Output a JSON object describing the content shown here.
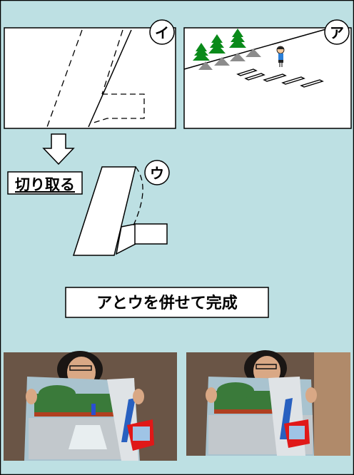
{
  "labels": {
    "panel_i": "イ",
    "panel_a": "ア",
    "panel_u": "ウ",
    "cut_out": "切り取る",
    "combine": "アとウを併せて完成"
  },
  "colors": {
    "background": "#bde0e3",
    "panel_fill": "#ffffff",
    "line": "#000000",
    "tree_green": "#0a8a1a",
    "tree_shadow": "#8c8c8c",
    "child_shirt": "#2a7fd8",
    "child_face": "#f3c79a"
  }
}
